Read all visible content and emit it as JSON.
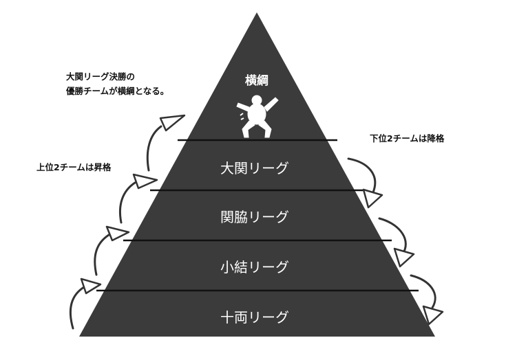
{
  "pyramid": {
    "top_label": "横綱",
    "tiers": [
      {
        "label": "大関リーグ"
      },
      {
        "label": "関脇リーグ"
      },
      {
        "label": "小結リーグ"
      },
      {
        "label": "十両リーグ"
      }
    ]
  },
  "notes": {
    "top_line1": "大関リーグ決勝の",
    "top_line2": "優勝チームが横綱となる。",
    "promote": "上位2チームは昇格",
    "relegate": "下位2チームは降格"
  },
  "icons": {
    "champion": "sumo-wrestler-icon",
    "promote_arrow": "curved-up-arrow-icon",
    "relegate_arrow": "curved-down-arrow-icon"
  },
  "colors": {
    "pyramid_fill": "#3b3b3b",
    "divider": "#111111",
    "arrow_fill": "#ffffff",
    "arrow_stroke": "#333333"
  }
}
